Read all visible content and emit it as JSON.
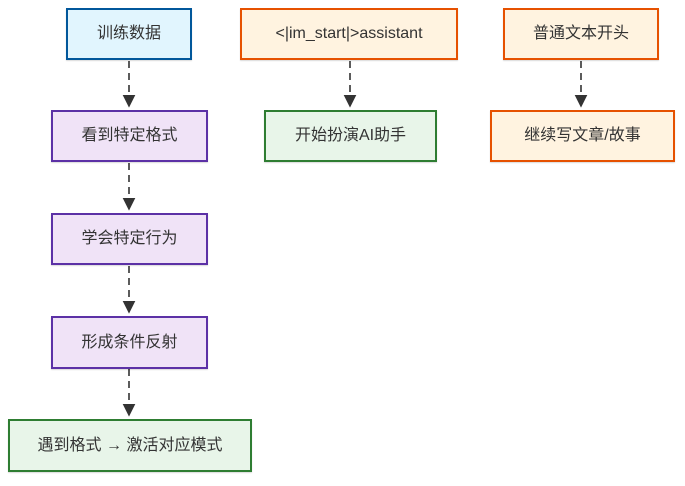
{
  "diagram": {
    "type": "flowchart",
    "direction": "top-down",
    "background": "#ffffff",
    "nodes": {
      "training_data": {
        "label": "训练数据",
        "style": "blue"
      },
      "see_format": {
        "label": "看到特定格式",
        "style": "purple"
      },
      "learn_behavior": {
        "label": "学会特定行为",
        "style": "purple"
      },
      "conditioned_reflex": {
        "label": "形成条件反射",
        "style": "purple"
      },
      "pattern_activation": {
        "label": "遇到格式 → 激活对应模式",
        "style": "green"
      },
      "im_start_token": {
        "label": "<|im_start|>assistant",
        "style": "orange"
      },
      "roleplay_assistant": {
        "label": "开始扮演AI助手",
        "style": "green"
      },
      "plain_text_start": {
        "label": "普通文本开头",
        "style": "orange"
      },
      "continue_writing": {
        "label": "继续写文章/故事",
        "style": "orange"
      }
    },
    "edges": [
      {
        "from": "training_data",
        "to": "see_format",
        "line": "dashed",
        "arrow": "down"
      },
      {
        "from": "see_format",
        "to": "learn_behavior",
        "line": "dashed",
        "arrow": "down"
      },
      {
        "from": "learn_behavior",
        "to": "conditioned_reflex",
        "line": "dashed",
        "arrow": "down"
      },
      {
        "from": "conditioned_reflex",
        "to": "pattern_activation",
        "line": "dashed",
        "arrow": "down"
      },
      {
        "from": "im_start_token",
        "to": "roleplay_assistant",
        "line": "dashed",
        "arrow": "down"
      },
      {
        "from": "plain_text_start",
        "to": "continue_writing",
        "line": "dashed",
        "arrow": "down"
      }
    ],
    "colors": {
      "blue_fill": "#e1f5fe",
      "blue_stroke": "#01579b",
      "purple_fill": "#f0e3f7",
      "purple_stroke": "#5c31a6",
      "green_fill": "#e8f5e9",
      "green_stroke": "#2e7d32",
      "orange_fill": "#fff3e0",
      "orange_stroke": "#e65100",
      "text": "#333333",
      "edge": "#333333",
      "background": "#ffffff"
    }
  }
}
